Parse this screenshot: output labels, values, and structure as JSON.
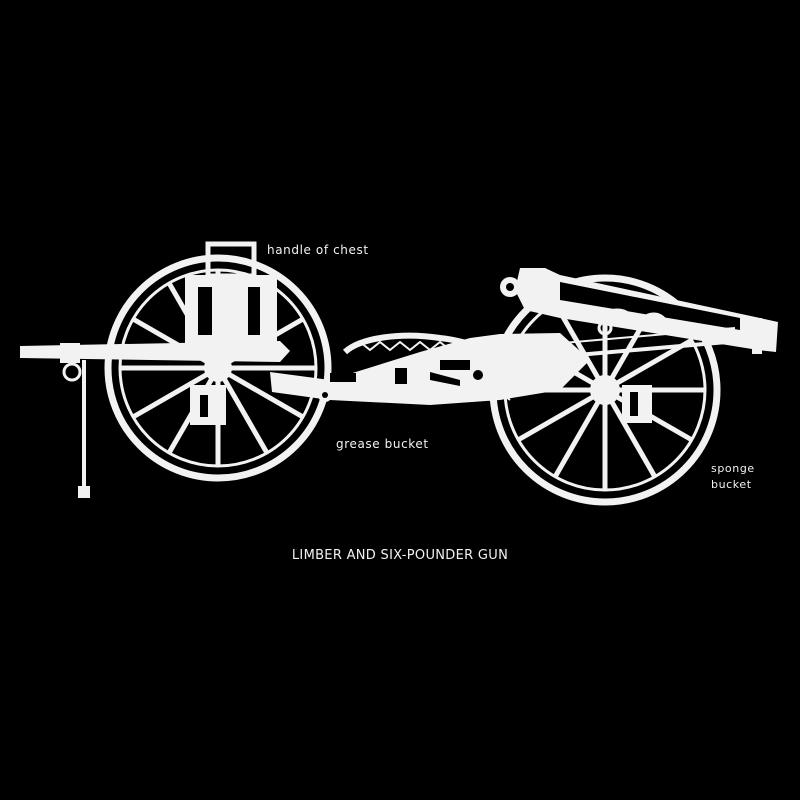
{
  "labels": {
    "handle_of_chest": "handle of chest",
    "grease_bucket": "grease bucket",
    "sponge_bucket_line1": "sponge",
    "sponge_bucket_line2": "bucket"
  },
  "caption": "LIMBER AND SIX-POUNDER GUN",
  "colors": {
    "background": "#000000",
    "lines": "#f2f2f2"
  }
}
